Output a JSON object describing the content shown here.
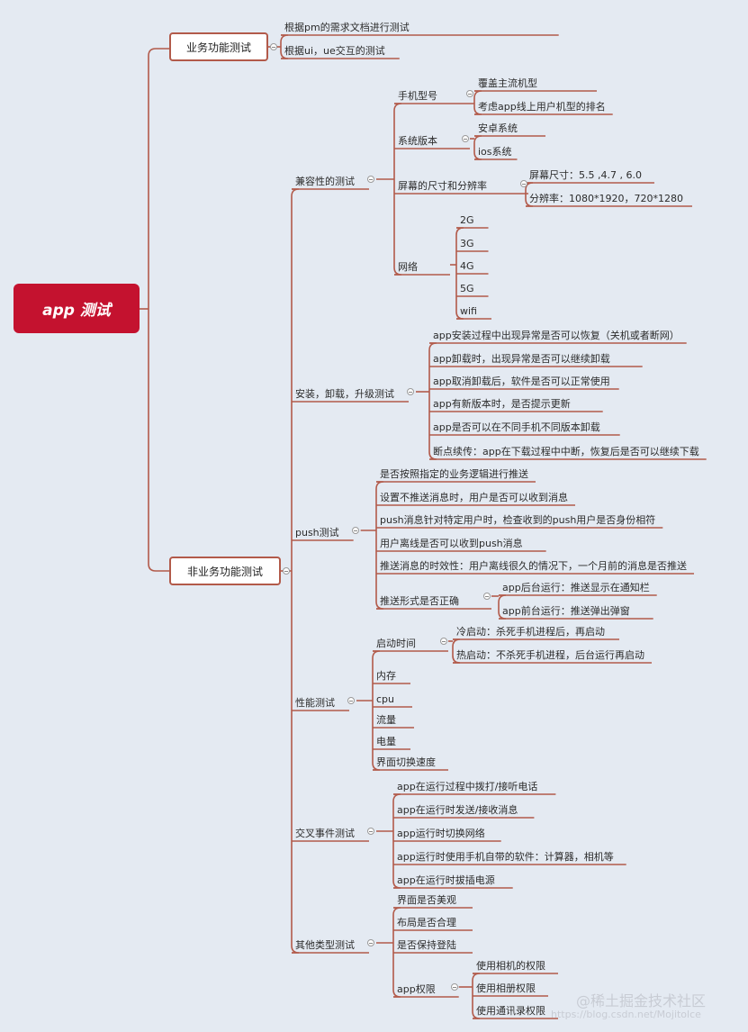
{
  "root": "app 测试",
  "branches": [
    {
      "label": "业务功能测试",
      "children": [
        "根据pm的需求文档进行测试",
        "根据ui，ue交互的测试"
      ]
    },
    {
      "label": "非业务功能测试",
      "children": [
        {
          "label": "兼容性的测试",
          "children": [
            {
              "label": "手机型号",
              "children": [
                "覆盖主流机型",
                "考虑app线上用户机型的排名"
              ]
            },
            {
              "label": "系统版本",
              "children": [
                "安卓系统",
                "ios系统"
              ]
            },
            {
              "label": "屏幕的尺寸和分辨率",
              "children": [
                "屏幕尺寸：5.5 ,4.7 , 6.0",
                "分辨率：1080*1920，720*1280"
              ]
            },
            {
              "label": "网络",
              "children": [
                "2G",
                "3G",
                "4G",
                "5G",
                "wifi"
              ]
            }
          ]
        },
        {
          "label": "安装，卸载，升级测试",
          "children": [
            "app安装过程中出现异常是否可以恢复（关机或者断网）",
            "app卸载时，出现异常是否可以继续卸载",
            "app取消卸载后，软件是否可以正常使用",
            "app有新版本时，是否提示更新",
            "app是否可以在不同手机不同版本卸载",
            "断点续传：app在下载过程中中断，恢复后是否可以继续下载"
          ]
        },
        {
          "label": "push测试",
          "children": [
            "是否按照指定的业务逻辑进行推送",
            "设置不推送消息时，用户是否可以收到消息",
            "push消息针对特定用户时，检查收到的push用户是否身份相符",
            "用户离线是否可以收到push消息",
            "推送消息的时效性：用户离线很久的情况下，一个月前的消息是否推送",
            {
              "label": "推送形式是否正确",
              "children": [
                "app后台运行：推送显示在通知栏",
                "app前台运行：推送弹出弹窗"
              ]
            }
          ]
        },
        {
          "label": "性能测试",
          "children": [
            {
              "label": "启动时间",
              "children": [
                "冷启动：杀死手机进程后，再启动",
                "热启动：不杀死手机进程，后台运行再启动"
              ]
            },
            "内存",
            "cpu",
            "流量",
            "电量",
            "界面切换速度"
          ]
        },
        {
          "label": "交叉事件测试",
          "children": [
            "app在运行过程中拨打/接听电话",
            "app在运行时发送/接收消息",
            "app运行时切换网络",
            "app运行时使用手机自带的软件：计算器，相机等",
            "app在运行时拔插电源"
          ]
        },
        {
          "label": "其他类型测试",
          "children": [
            "界面是否美观",
            "布局是否合理",
            "是否保持登陆",
            {
              "label": "app权限",
              "children": [
                "使用相机的权限",
                "使用相册权限",
                "使用通讯录权限"
              ]
            }
          ]
        }
      ]
    }
  ],
  "watermark": "@稀土掘金技术社区",
  "watermark_url": "https://blog.csdn.net/Mojitolce",
  "colors": {
    "root": "#c4122f",
    "line": "#b25a4a",
    "background": "#e4eaf2"
  }
}
